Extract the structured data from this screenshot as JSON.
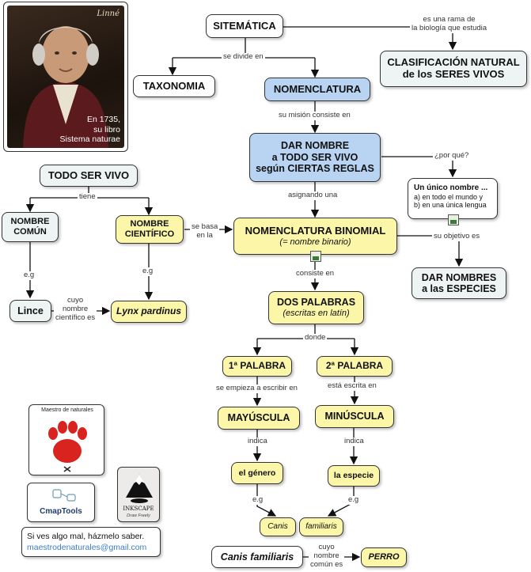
{
  "portrait": {
    "signature": "Linné",
    "caption_lines": [
      "En 1735,",
      "su libro",
      "Sistema naturae"
    ]
  },
  "nodes": {
    "sistematica": "SITEMÁTICA",
    "clasificacion": [
      "CLASIFICACIÓN NATURAL",
      "de los SERES VIVOS"
    ],
    "taxonomia": "TAXONOMIA",
    "nomenclatura": "NOMENCLATURA",
    "dar_nombre": [
      "DAR NOMBRE",
      "a TODO SER VIVO",
      "según CIERTAS REGLAS"
    ],
    "unico_nombre": [
      "Un único nombre ...",
      "a) en todo el mundo y",
      "b) en una única lengua"
    ],
    "todo_ser_vivo": "TODO SER VIVO",
    "nombre_comun": [
      "NOMBRE",
      "COMÚN"
    ],
    "nombre_cientifico": [
      "NOMBRE",
      "CIENTÍFICO"
    ],
    "nomenclatura_binomial": [
      "NOMENCLATURA BINOMIAL",
      "(= nombre binario)"
    ],
    "dar_nombres_especies": [
      "DAR NOMBRES",
      "a las ESPECIES"
    ],
    "lince": "Lince",
    "lynx": "Lynx pardinus",
    "dos_palabras": [
      "DOS PALABRAS",
      "(escritas en latín)"
    ],
    "primera_palabra": "1ª PALABRA",
    "segunda_palabra": "2ª PALABRA",
    "mayuscula": "MAYÚSCULA",
    "minuscula": "MINÚSCULA",
    "el_genero": "el género",
    "la_especie": "la especie",
    "canis": "Canis",
    "familiaris": "familiaris",
    "canis_familiaris": "Canis familiaris",
    "perro": "PERRO"
  },
  "links": {
    "es_una_rama": [
      "es una rama de",
      "la biología que estudia"
    ],
    "se_divide": "se divide en",
    "su_mision": "su misión consiste en",
    "por_que": "¿por qué?",
    "asignando": "asignando una",
    "tiene": "tiene",
    "se_basa": [
      "se basa",
      "en la"
    ],
    "su_objetivo": "su objetivo es",
    "eg1": "e.g",
    "eg2": "e.g",
    "cuyo_cientifico": [
      "cuyo",
      "nombre",
      "científico es"
    ],
    "consiste_en": "consiste en",
    "donde": "donde",
    "se_empieza": "se empieza a escribir en",
    "esta_escrita": "está escrita en",
    "indica1": "indica",
    "indica2": "indica",
    "eg3": "e.g",
    "eg4": "e.g",
    "cuyo_comun": [
      "cuyo",
      "nombre",
      "común es"
    ]
  },
  "logos": {
    "maestro": "Maestro de naturales",
    "cmaptools": "CmapTools",
    "inkscape": "INKSCAPE",
    "inkscape_tag": "Draw Freely"
  },
  "footer": {
    "line1": "Si ves algo mal, házmelo saber.",
    "email": "maestrodenaturales@gmail.com"
  },
  "colors": {
    "blue_node": "#b8d4f2",
    "yellow_node": "#fbf6a8",
    "grey_node": "#eef3f3",
    "email_link": "#3a7ec8",
    "paw_red": "#d8231e"
  }
}
